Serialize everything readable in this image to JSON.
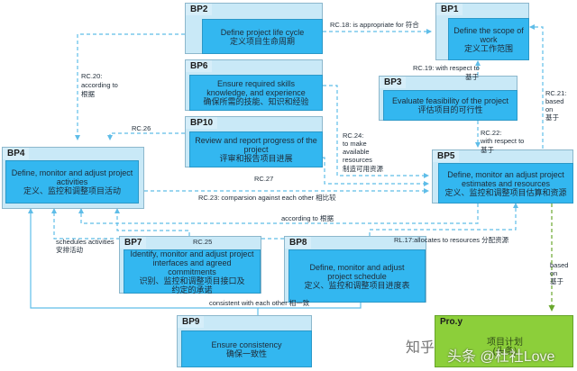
{
  "nodes": {
    "bp1": {
      "id": "BP1",
      "en": "Define the scope of work",
      "zh": "定义工作范围"
    },
    "bp2": {
      "id": "BP2",
      "en": "Define project life cycle",
      "zh": "定义项目生命周期"
    },
    "bp3": {
      "id": "BP3",
      "en": "Evaluate feasibility of the project",
      "zh": "评估项目的可行性"
    },
    "bp4": {
      "id": "BP4",
      "en": "Define, monitor and adjust project activities",
      "zh": "定义、监控和调整项目活动"
    },
    "bp5": {
      "id": "BP5",
      "en": "Define, monitor an adjust project estimates and resources",
      "zh": "定义、监控和调整项目估算和资源"
    },
    "bp6": {
      "id": "BP6",
      "en": "Ensure required skills knowledge, and experience",
      "zh": "确保所需的技能、知识和经验"
    },
    "bp7": {
      "id": "BP7",
      "en": "Identify, monitor and adjust project interfaces and agreed commitments",
      "zh": "识别、监控和调整项目接口及约定的承诺"
    },
    "bp8": {
      "id": "BP8",
      "en": "Define, monitor and adjust project schedule",
      "zh": "定义、监控和调整项目进度表"
    },
    "bp9": {
      "id": "BP9",
      "en": "Ensure consistency",
      "zh": "确保一致性"
    },
    "bp10": {
      "id": "BP10",
      "en": "Review and report progress of the project",
      "zh": "评审和报告项目进展"
    },
    "proy": {
      "id": "Pro.y",
      "en": "项目计划",
      "zh": "(头条)"
    }
  },
  "labels": {
    "rc18": "RC.18: is appropriate for 符合",
    "rc19a": "RC.19: with respect to",
    "rc19b": "基于",
    "rc20a": "RC.20:",
    "rc20b": "according to",
    "rc20c": "根据",
    "rc21a": "RC.21:",
    "rc21b": "based",
    "rc21c": "on",
    "rc21d": "基于",
    "rc22a": "RC.22:",
    "rc22b": "with respect to",
    "rc22c": "基于",
    "rc24a": "RC.24:",
    "rc24b": "to make",
    "rc24c": "available",
    "rc24d": "resources",
    "rc24e": "制造可用资源",
    "rc26": "RC.26",
    "rc27": "RC.27",
    "rc23": "RC.23: comparsion against each other 相比较",
    "according": "according to 根据",
    "rl17": "RL.17:allocates to resources 分配资源",
    "sched1": "schedules activities",
    "sched2": "安排活动",
    "rc25": "RC.25",
    "consistent": "consistent with each other 相一致",
    "basedon1": "based",
    "basedon2": "on",
    "basedon3": "基于"
  },
  "watermarks": {
    "zhihu": "知乎",
    "toutiao": "头条 @杜社Love"
  },
  "colors": {
    "box_outer": "#c9e9f7",
    "box_inner": "#33b7f0",
    "link": "#5fbde8",
    "product": "#8ccf3a",
    "product_link": "#6aa82e"
  }
}
